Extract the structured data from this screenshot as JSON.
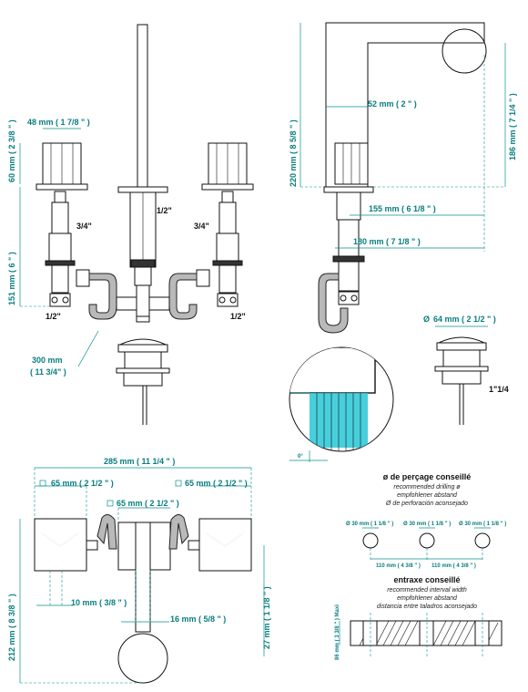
{
  "front_view": {
    "handle_width": "48 mm ( 1 7/8 \" )",
    "handle_height_v": "60 mm ( 2 3/8 \" )",
    "body_length_v": "151 mm ( 6 \" )",
    "thread_left_top": "3/4\"",
    "thread_center": "1/2\"",
    "thread_right_top": "3/4\"",
    "thread_left_bottom": "1/2\"",
    "thread_right_bottom": "1/2\"",
    "hose_length": "300 mm",
    "hose_length_in": "( 11 3/4\" )"
  },
  "side_view": {
    "total_height_v": "220 mm ( 8 5/8 \" )",
    "spout_height_v": "186 mm ( 7 1/4 \" )",
    "spout_width": "52 mm ( 2 \" )",
    "reach_155": "155 mm ( 6 1/8 \" )",
    "reach_180": "180 mm ( 7 1/8 \" )"
  },
  "drain": {
    "diameter": "64 mm ( 2 1/2 \" )",
    "diameter_symbol": "Ø",
    "thread": "1\"1/4",
    "angle": "0°"
  },
  "top_view": {
    "overall_width": "285 mm ( 11 1/4 \" )",
    "left_square": "65 mm ( 2 1/2 \" )",
    "right_square": "65 mm ( 2 1/2 \" )",
    "spout_base": "65 mm ( 2 1/2 \" )",
    "depth_v": "212 mm ( 8 3/8 \" )",
    "offset_v": "27 mm ( 1 1/8 \" )",
    "stem_width": "10 mm ( 3/8 \" )",
    "spout_width": "16 mm ( 5/8 \" )"
  },
  "drilling": {
    "title": "ø de perçage conseillé",
    "line_en": "recommended drilling ø",
    "line_de": "empfohlener abstand",
    "line_es": "Ø de perforación aconsejado",
    "hole_dims": [
      "Ø 30 mm ( 1 1/8 \" )",
      "Ø 30 mm ( 1 1/8 \" )",
      "Ø 30 mm ( 1 1/8 \" )"
    ],
    "spacing_left": "110 mm ( 4 3/8 \" )",
    "spacing_right": "110 mm ( 4 3/8 \" )"
  },
  "interval": {
    "title": "entraxe conseillé",
    "line_en": "recommended interval width",
    "line_de": "empfohlener abstand",
    "line_es": "distancia entre taladros aconsejado",
    "max_thickness_v": "86 mm ( 3 3/8 \" ) Maxi"
  },
  "colors": {
    "dimension_line": "#0a8f90",
    "dimension_text": "#0a7d7f",
    "hose": "#b9b9b9",
    "aerator_flow": "#27c7d6"
  }
}
